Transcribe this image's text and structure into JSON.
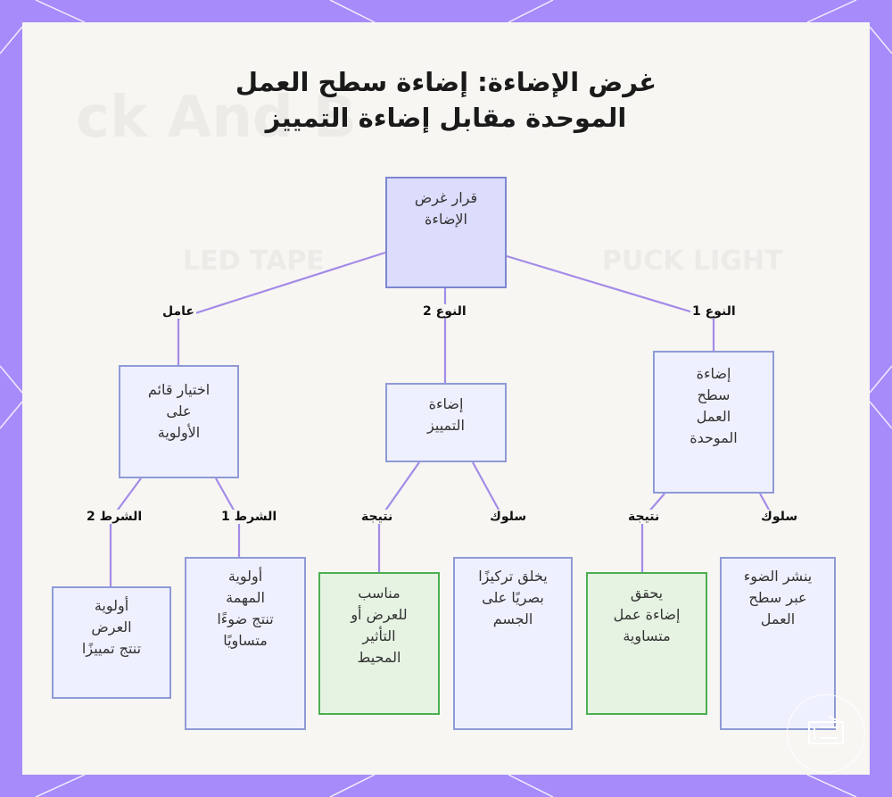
{
  "title": {
    "line1": "غرض الإضاءة: إضاءة سطح العمل",
    "line2": "الموحدة مقابل إضاءة التمييز"
  },
  "background_text": {
    "tag1": "LED TAPE",
    "tag2": "PUCK LIGHT",
    "line": "ck And B"
  },
  "nodes": {
    "root": [
      "قرار غرض",
      "الإضاءة"
    ],
    "uniform": [
      "إضاءة",
      "سطح",
      "العمل",
      "الموحدة"
    ],
    "accent": [
      "إضاءة",
      "التمييز"
    ],
    "priority": [
      "اختيار قائم",
      "على",
      "الأولوية"
    ],
    "uniform_behavior": [
      "ينشر الضوء",
      "عبر سطح",
      "العمل"
    ],
    "uniform_result": [
      "يحقق",
      "إضاءة عمل",
      "متساوية"
    ],
    "accent_behavior": [
      "يخلق تركيزًا",
      "بصريًا على",
      "الجسم"
    ],
    "accent_result": [
      "مناسب",
      "للعرض أو",
      "التأثير",
      "المحيط"
    ],
    "condition1": [
      "أولوية",
      "المهمة",
      "تنتج ضوءًا",
      "متساويًا"
    ],
    "condition2": [
      "أولوية",
      "العرض",
      "تنتج تمييزًا"
    ]
  },
  "edge_labels": {
    "type1": "النوع 1",
    "type2": "النوع 2",
    "factor": "عامل",
    "behavior1": "سلوك",
    "result1": "نتيجة",
    "behavior2": "سلوك",
    "result2": "نتيجة",
    "cond1": "الشرط 1",
    "cond2": "الشرط 2"
  },
  "colors": {
    "frame": "#a78bfa",
    "edge": "#a48be8",
    "node_fill": "#eef0fd",
    "root_fill": "#dcdcfc",
    "result_fill": "#e6f3e3",
    "result_border": "#4caf50"
  }
}
